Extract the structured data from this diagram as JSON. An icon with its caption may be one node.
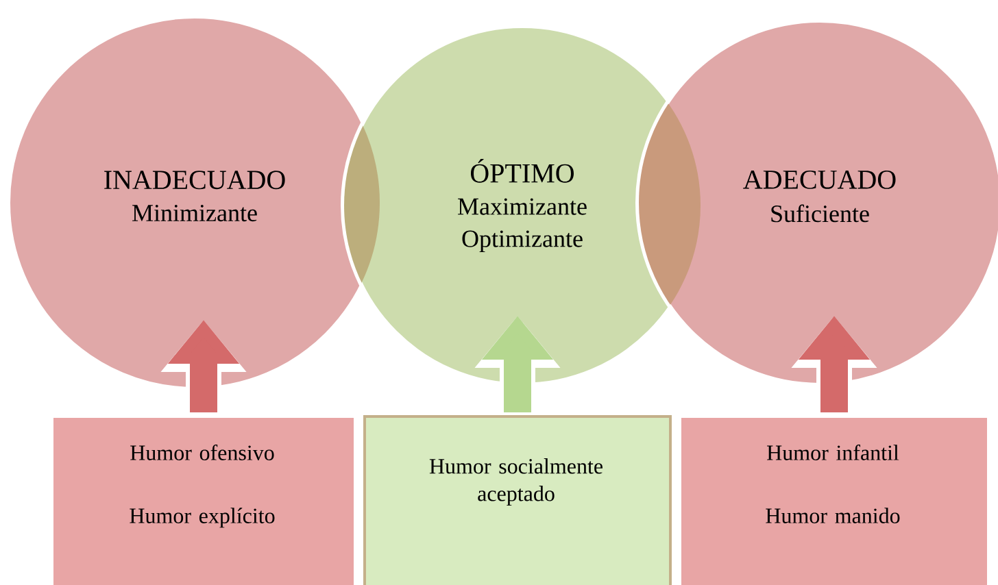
{
  "diagram": {
    "nodes": [
      {
        "text": [
          "INADECUADO",
          "Minimizante"
        ]
      },
      {
        "text": [
          "ÓPTIMO",
          "Maximizante",
          "Optimizante"
        ]
      },
      {
        "text": [
          "ADECUADO",
          "Suficiente"
        ]
      },
      {
        "text": [
          "Humor ofensivo",
          "Humor explícito"
        ]
      },
      {
        "text": [
          "Humor socialmente aceptado"
        ]
      },
      {
        "text": [
          "Humor infantil",
          "Humor manido"
        ]
      }
    ],
    "edges": [
      {
        "from": 3,
        "to": 0,
        "arrow": "to"
      },
      {
        "from": 4,
        "to": 1,
        "arrow": "to",
        "color": "#b5d78f"
      },
      {
        "from": 5,
        "to": 2,
        "arrow": "to"
      }
    ]
  }
}
